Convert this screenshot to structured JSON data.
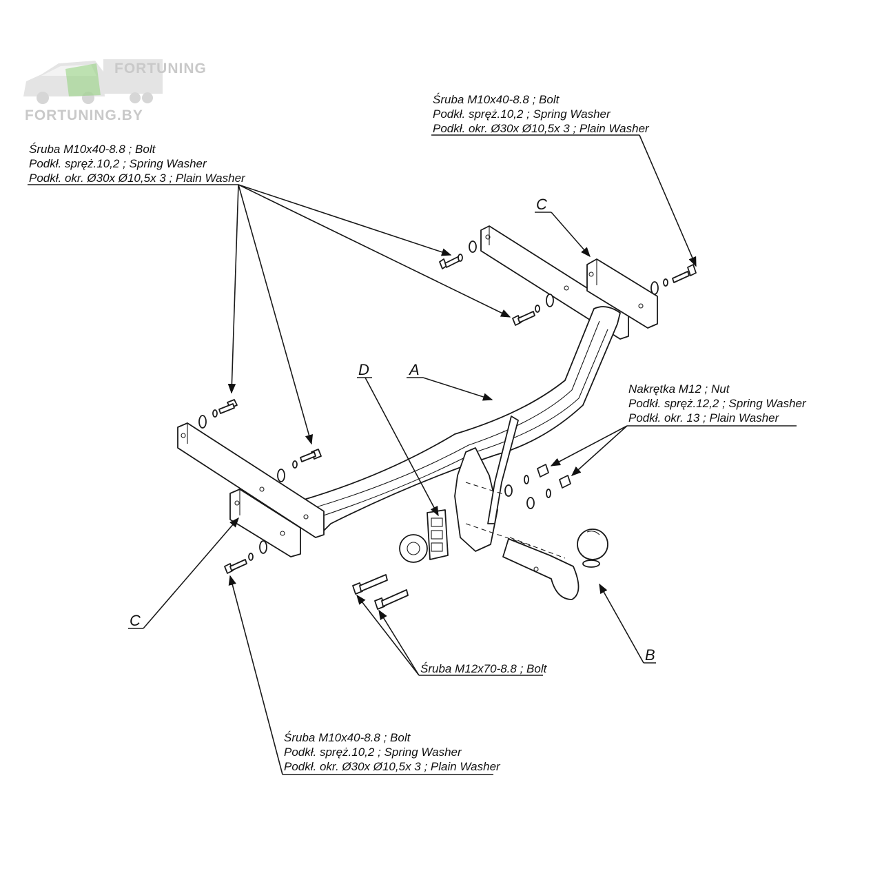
{
  "watermark": {
    "logo_text": "FORTUNING.BY",
    "trailer_text": "FORTUNING",
    "accent_color": "#8fd17a"
  },
  "labels": {
    "A": "A",
    "B": "B",
    "C_top": "C",
    "C_bottom": "C",
    "D": "D"
  },
  "callouts": {
    "top_right": {
      "line1": "Śruba M10x40-8.8 ;  Bolt",
      "line2": "Podkł. spręż.10,2 ; Spring Washer",
      "line3": "Podkł. okr.  Ø30x Ø10,5x 3 ; Plain Washer"
    },
    "top_left": {
      "line1": "Śruba M10x40-8.8 ;  Bolt",
      "line2": "Podkł. spręż.10,2 ; Spring Washer",
      "line3": "Podkł. okr.  Ø30x Ø10,5x 3 ; Plain Washer"
    },
    "nut": {
      "line1": "Nakrętka  M12 ; Nut",
      "line2": "Podkł. spręż.12,2 ; Spring Washer",
      "line3": "Podkł. okr. 13 ; Plain Washer"
    },
    "bolt_m12": {
      "line1": "Śruba M12x70-8.8 ;  Bolt"
    },
    "bottom": {
      "line1": "Śruba M10x40-8.8 ;  Bolt",
      "line2": "Podkł. spręż.10,2 ; Spring Washer",
      "line3": "Podkł. okr.  Ø30x Ø10,5x 3 ; Plain Washer"
    }
  }
}
